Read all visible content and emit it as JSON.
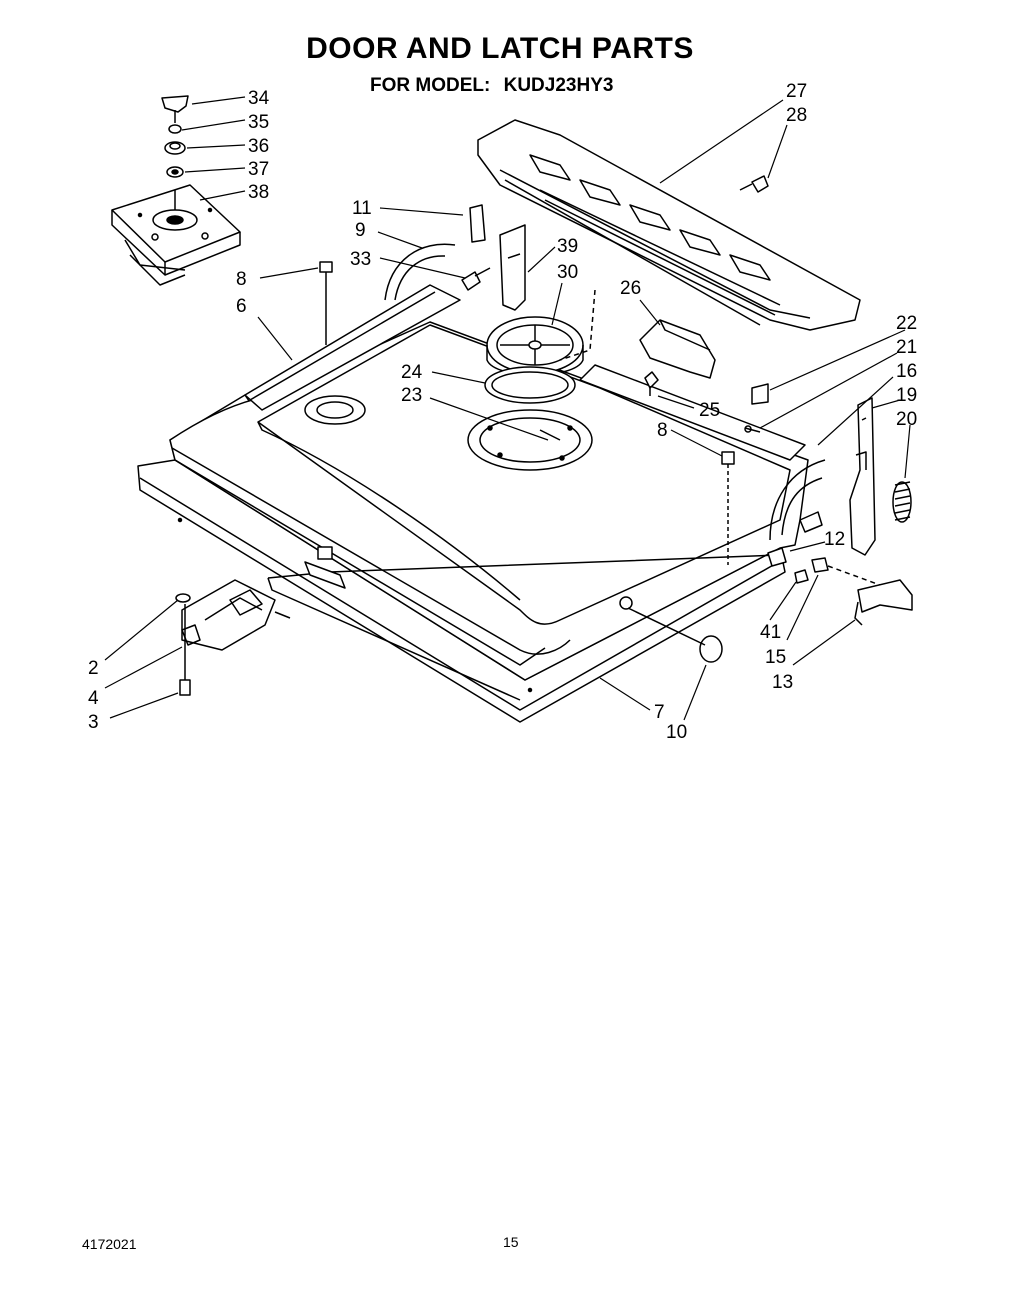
{
  "header": {
    "title": "DOOR AND LATCH PARTS",
    "model_label": "FOR MODEL:",
    "model_number": "KUDJ23HY3"
  },
  "callouts": [
    "34",
    "35",
    "36",
    "37",
    "38",
    "11",
    "9",
    "33",
    "39",
    "30",
    "8",
    "6",
    "26",
    "27",
    "28",
    "22",
    "21",
    "16",
    "19",
    "20",
    "24",
    "23",
    "25",
    "8",
    "12",
    "41",
    "15",
    "13",
    "2",
    "4",
    "3",
    "7",
    "10"
  ],
  "footer": {
    "document_number": "4172021",
    "page_number": "15"
  }
}
